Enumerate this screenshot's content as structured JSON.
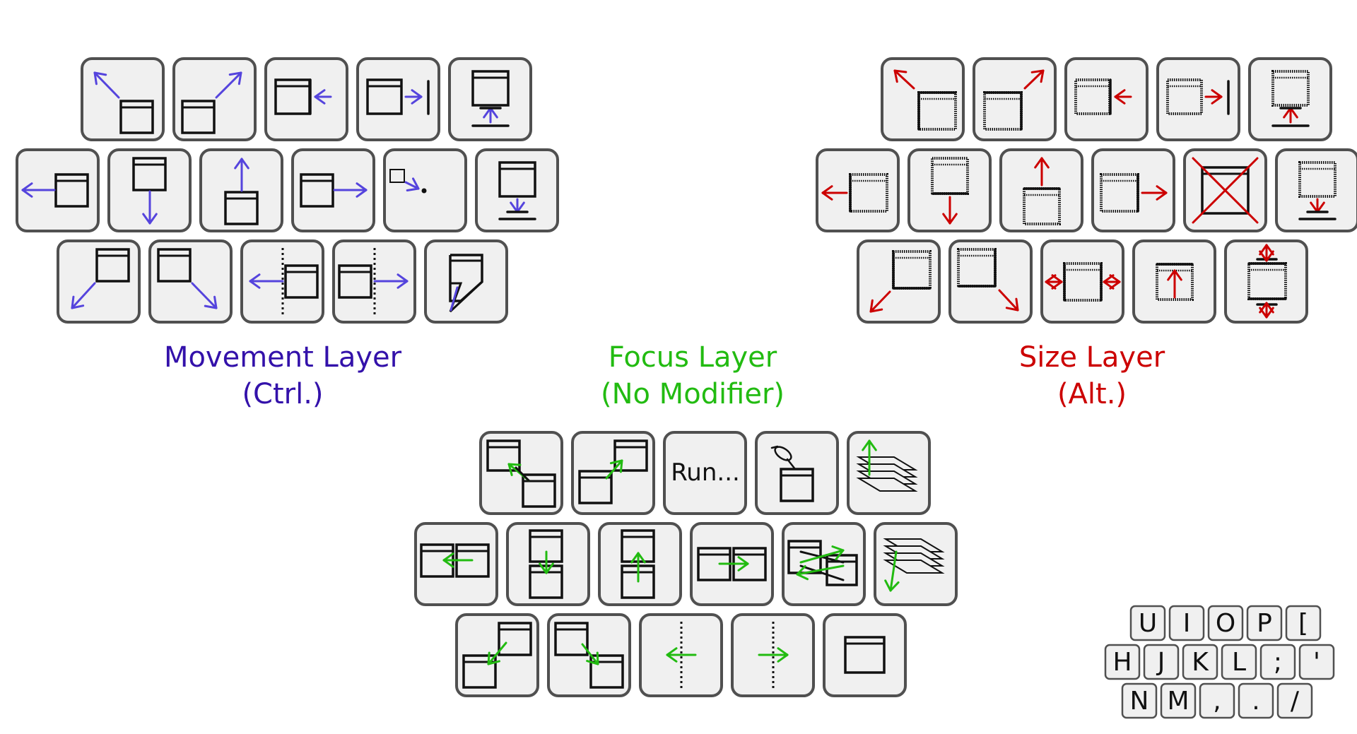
{
  "colors": {
    "movement": "#3311aa",
    "movement_icon": "#5544dd",
    "focus": "#22bb11",
    "size": "#cc0000",
    "key_fill": "#f0f0f0",
    "key_border": "#505050"
  },
  "labels": {
    "movement_title": "Movement Layer",
    "movement_mod": "(Ctrl.)",
    "focus_title": "Focus Layer",
    "focus_mod": "(No Modifier)",
    "size_title": "Size Layer",
    "size_mod": "(Alt.)"
  },
  "movement_keys": [
    {
      "key": "U",
      "icon": "move-up-left-icon"
    },
    {
      "key": "I",
      "icon": "move-up-right-icon"
    },
    {
      "key": "O",
      "icon": "snap-right-edge-icon"
    },
    {
      "key": "P",
      "icon": "move-right-edge-icon"
    },
    {
      "key": "[",
      "icon": "move-up-to-top-icon"
    },
    {
      "key": "H",
      "icon": "move-left-icon"
    },
    {
      "key": "J",
      "icon": "move-down-icon"
    },
    {
      "key": "K",
      "icon": "move-up-icon"
    },
    {
      "key": "L",
      "icon": "move-right-icon"
    },
    {
      "key": ";",
      "icon": "move-to-cursor-icon"
    },
    {
      "key": "'",
      "icon": "move-down-to-bottom-icon"
    },
    {
      "key": "N",
      "icon": "move-down-left-icon"
    },
    {
      "key": "M",
      "icon": "move-down-right-icon"
    },
    {
      "key": ",",
      "icon": "move-left-monitor-icon"
    },
    {
      "key": ".",
      "icon": "move-right-monitor-icon"
    },
    {
      "key": "/",
      "icon": "minimize-fold-icon"
    }
  ],
  "focus_keys": [
    {
      "key": "U",
      "icon": "focus-up-left-icon",
      "text": ""
    },
    {
      "key": "I",
      "icon": "focus-up-right-icon",
      "text": ""
    },
    {
      "key": "O",
      "icon": "run-dialog-icon",
      "text": "Run..."
    },
    {
      "key": "P",
      "icon": "pin-window-icon",
      "text": ""
    },
    {
      "key": "[",
      "icon": "stack-cycle-up-icon",
      "text": ""
    },
    {
      "key": "H",
      "icon": "focus-left-icon",
      "text": ""
    },
    {
      "key": "J",
      "icon": "focus-down-icon",
      "text": ""
    },
    {
      "key": "K",
      "icon": "focus-up-icon",
      "text": ""
    },
    {
      "key": "L",
      "icon": "focus-right-icon",
      "text": ""
    },
    {
      "key": ";",
      "icon": "swap-windows-icon",
      "text": ""
    },
    {
      "key": "'",
      "icon": "stack-cycle-down-icon",
      "text": ""
    },
    {
      "key": "N",
      "icon": "focus-down-left-icon",
      "text": ""
    },
    {
      "key": "M",
      "icon": "focus-down-right-icon",
      "text": ""
    },
    {
      "key": ",",
      "icon": "focus-left-monitor-icon",
      "text": ""
    },
    {
      "key": ".",
      "icon": "focus-right-monitor-icon",
      "text": ""
    },
    {
      "key": "/",
      "icon": "window-icon",
      "text": ""
    }
  ],
  "size_keys": [
    {
      "key": "U",
      "icon": "grow-up-left-icon"
    },
    {
      "key": "I",
      "icon": "grow-up-right-icon"
    },
    {
      "key": "O",
      "icon": "grow-right-edge-icon"
    },
    {
      "key": "P",
      "icon": "grow-to-right-edge-icon"
    },
    {
      "key": "[",
      "icon": "grow-to-top-icon"
    },
    {
      "key": "H",
      "icon": "grow-left-icon"
    },
    {
      "key": "J",
      "icon": "grow-down-icon"
    },
    {
      "key": "K",
      "icon": "grow-up-icon"
    },
    {
      "key": "L",
      "icon": "grow-right-icon"
    },
    {
      "key": ";",
      "icon": "close-window-icon"
    },
    {
      "key": "'",
      "icon": "grow-to-bottom-icon"
    },
    {
      "key": "N",
      "icon": "grow-down-left-icon"
    },
    {
      "key": "M",
      "icon": "grow-down-right-icon"
    },
    {
      "key": ",",
      "icon": "maximize-horizontal-icon"
    },
    {
      "key": ".",
      "icon": "maximize-icon"
    },
    {
      "key": "/",
      "icon": "maximize-vertical-icon"
    }
  ],
  "legend": {
    "rows": [
      [
        "U",
        "I",
        "O",
        "P",
        "["
      ],
      [
        "H",
        "J",
        "K",
        "L",
        ";",
        "'"
      ],
      [
        "N",
        "M",
        ",",
        ".",
        "/"
      ]
    ]
  }
}
